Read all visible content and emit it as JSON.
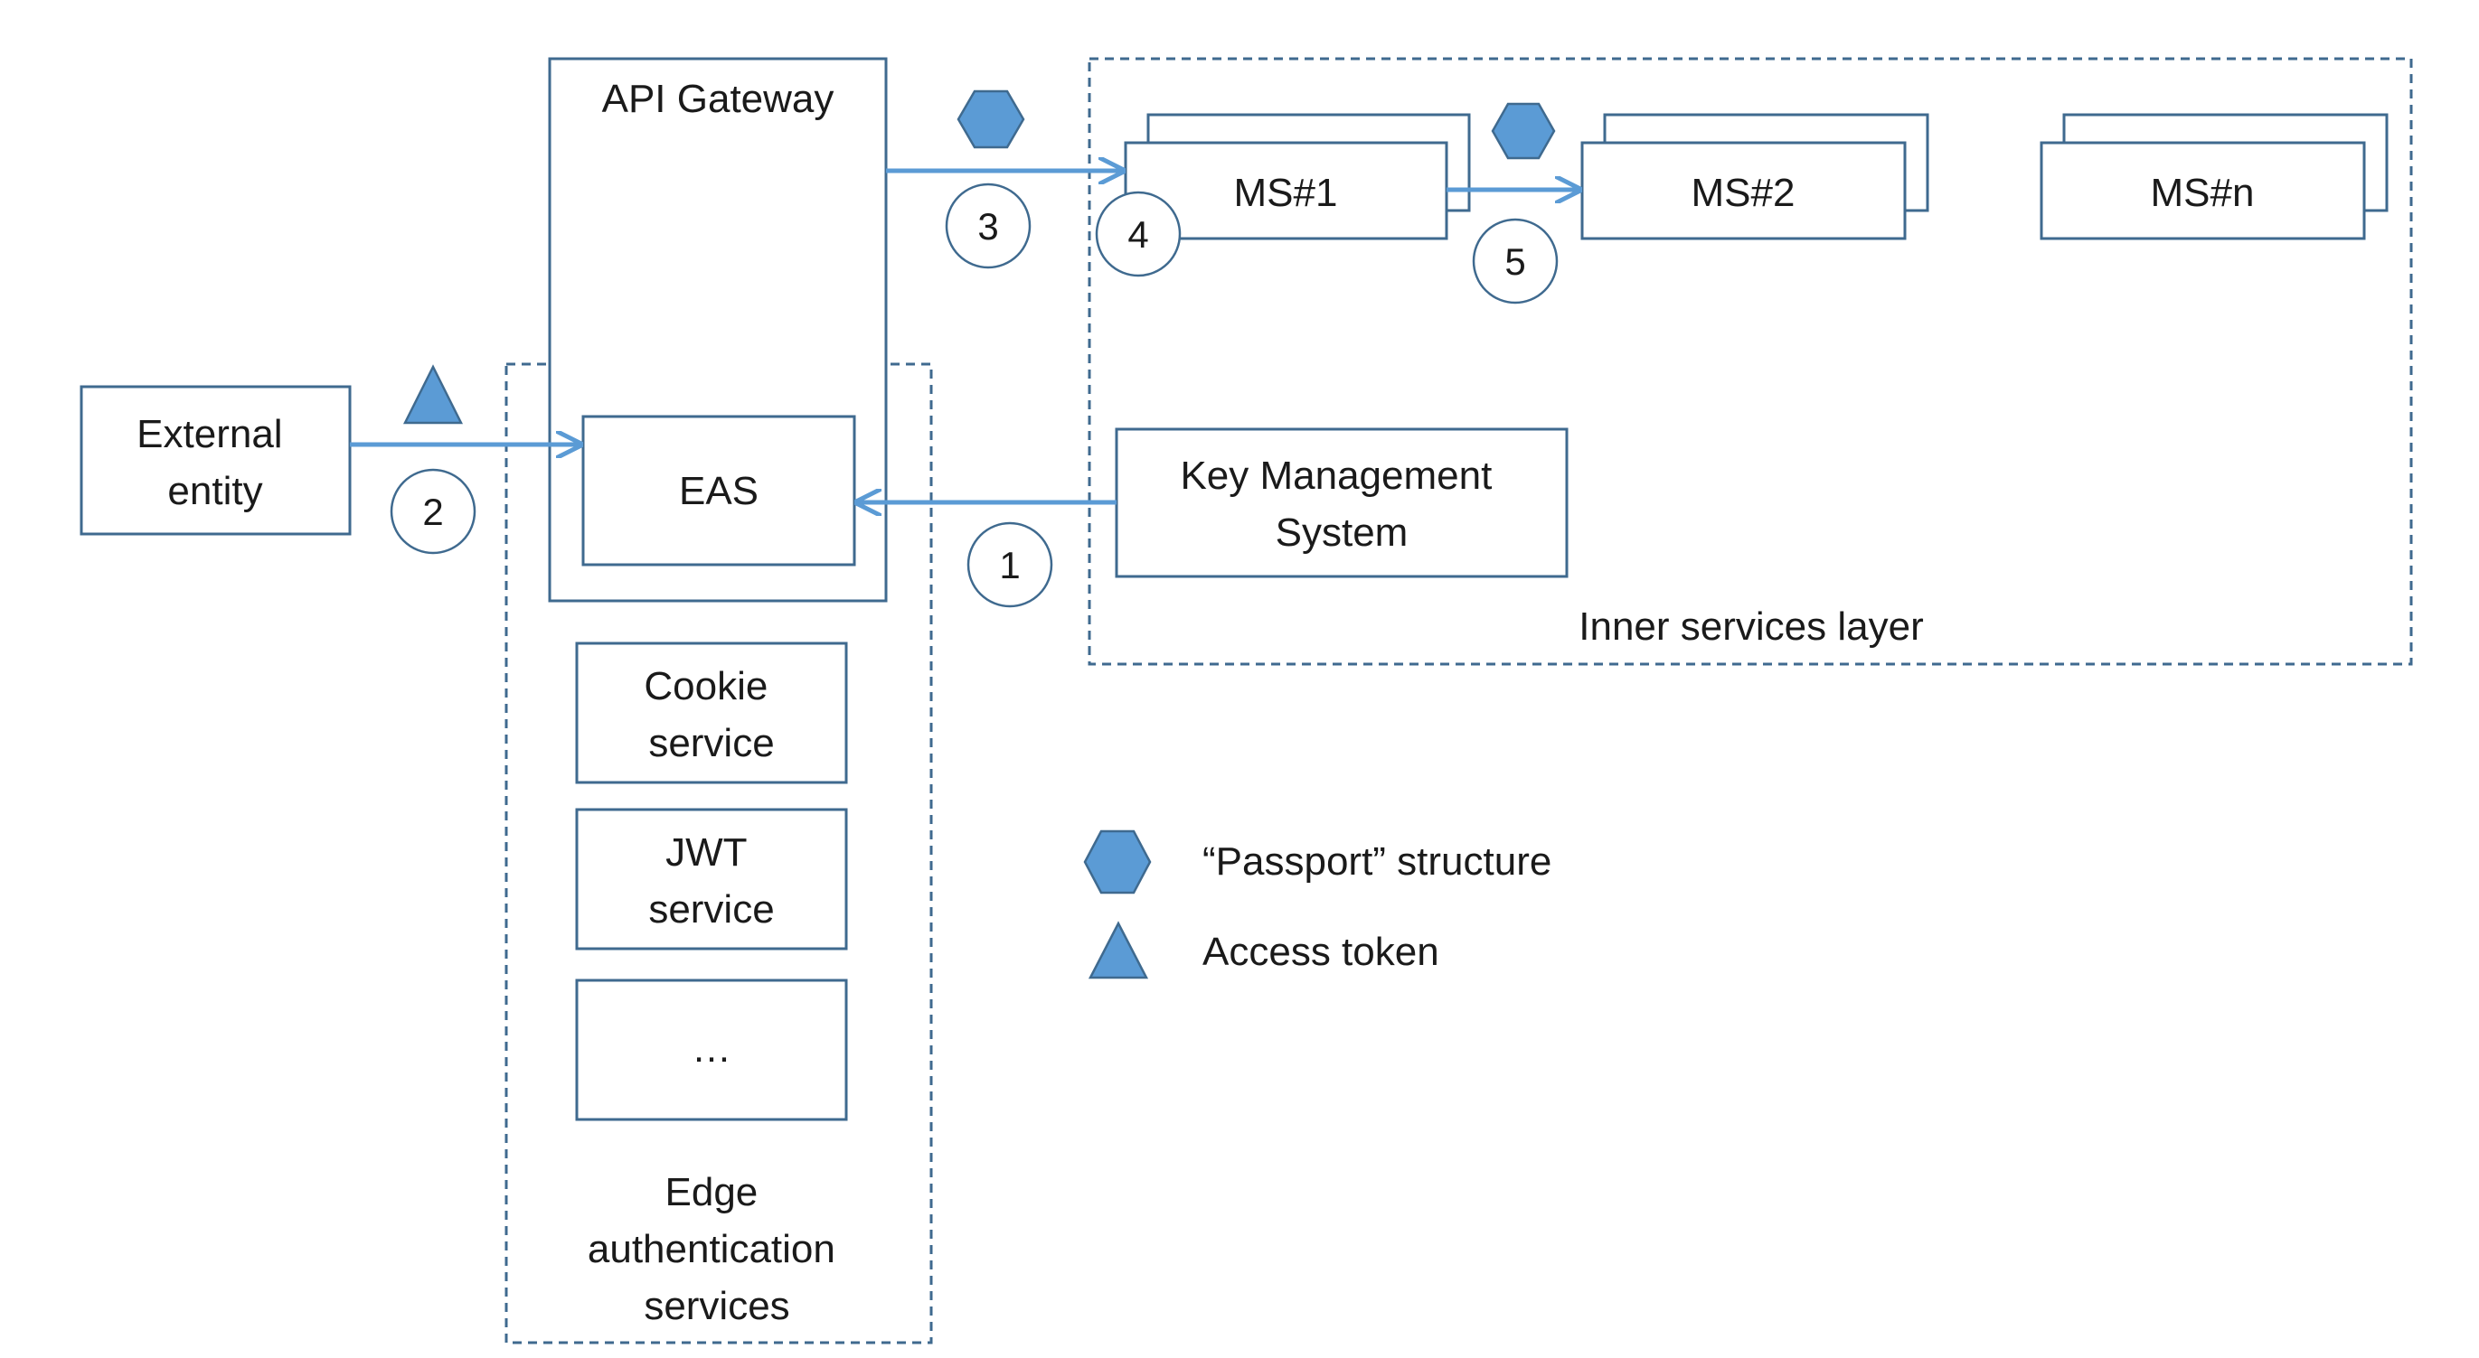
{
  "colors": {
    "accent": "#5b9bd5",
    "stroke": "#3f6a8f",
    "text": "#1a1a1a"
  },
  "nodes": {
    "api_gateway": "API Gateway",
    "external_entity": [
      "External",
      "entity"
    ],
    "eas": "EAS",
    "key_management": [
      "Key Management",
      "System"
    ],
    "ms1": "MS#1",
    "ms2": "MS#2",
    "msn": "MS#n",
    "cookie_service": [
      "Cookie",
      "service"
    ],
    "jwt_service": [
      "JWT",
      "service"
    ],
    "more_services": "…"
  },
  "groups": {
    "inner_services": "Inner services layer",
    "edge_auth": [
      "Edge",
      "authentication",
      "services"
    ]
  },
  "steps": [
    "1",
    "2",
    "3",
    "4",
    "5"
  ],
  "legend": {
    "passport": "“Passport” structure",
    "access_token": "Access token"
  },
  "icons": {
    "passport": "hexagon-icon",
    "access_token": "triangle-icon"
  }
}
